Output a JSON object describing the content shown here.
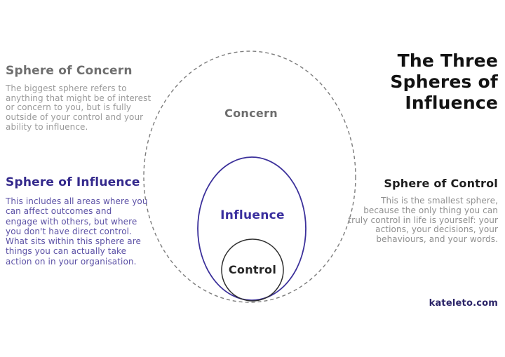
{
  "title": {
    "lines": [
      "The Three",
      "Spheres of",
      "Influence"
    ]
  },
  "sections": {
    "concern": {
      "heading": "Sphere of Concern",
      "lines": [
        "The biggest sphere refers to",
        "anything that might be of interest",
        "or concern to you, but is fully",
        "outside of your control and your",
        "ability to influence."
      ]
    },
    "influence": {
      "heading": "Sphere of Influence",
      "lines": [
        "This includes all areas where you",
        "can affect outcomes and",
        "engage with others, but where",
        "you don't have direct control.",
        "What sits within this sphere are",
        "things you can actually take",
        "action on in your organisation."
      ]
    },
    "control": {
      "heading": "Sphere of Control",
      "lines": [
        "This is the smallest sphere,",
        "because the only thing you can",
        "truly control in life is yourself: your",
        "actions, your decisions, your",
        "behaviours, and your words."
      ]
    }
  },
  "diagram": {
    "outer_label": "Concern",
    "middle_label": "Influence",
    "inner_label": "Control"
  },
  "footer": {
    "website": "kateleto.com"
  },
  "colors": {
    "heading_gray": "#6f6f6f",
    "body_gray": "#9a9a9a",
    "heading_indigo": "#34298c",
    "body_purple": "#5c51a6",
    "heading_black": "#1d1d1d",
    "title_black": "#121212",
    "outer_ellipse_stroke": "#7c7c7c",
    "middle_ellipse_stroke": "#3c319b",
    "inner_circle_stroke": "#2f2f2f",
    "label_concern": "#6d6d6d",
    "label_influence": "#3a2f9e",
    "label_control": "#262626",
    "website_indigo": "#2b2468",
    "background": "#ffffff"
  }
}
